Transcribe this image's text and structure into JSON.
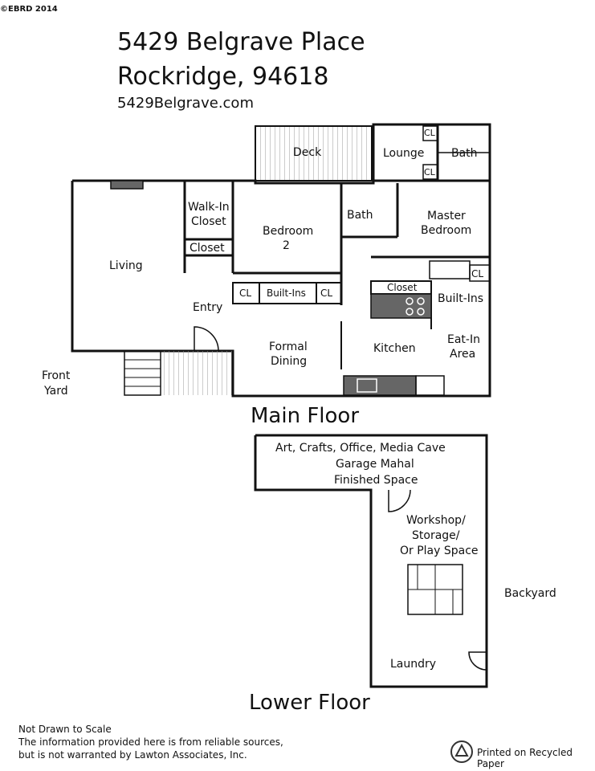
{
  "header": {
    "copyright": "©EBRD 2014",
    "address_line1": "5429 Belgrave Place",
    "address_line2": "Rockridge, 94618",
    "website": "5429Belgrave.com"
  },
  "main_floor": {
    "title": "Main Floor",
    "rooms": {
      "deck": "Deck",
      "lounge": "Lounge",
      "bath_upper": "Bath",
      "cl_upper1": "CL",
      "cl_upper2": "CL",
      "walkin_closet_1": "Walk-In",
      "walkin_closet_2": "Closet",
      "bedroom2_1": "Bedroom",
      "bedroom2_2": "2",
      "bath_mid": "Bath",
      "master_1": "Master",
      "master_2": "Bedroom",
      "closet_small": "Closet",
      "living": "Living",
      "cl_left": "CL",
      "builtins_bed": "Built-Ins",
      "cl_right": "CL",
      "cl_master": "CL",
      "closet_kitchen": "Closet",
      "builtins_kitchen": "Built-Ins",
      "entry": "Entry",
      "formal_1": "Formal",
      "formal_2": "Dining",
      "kitchen": "Kitchen",
      "eatin_1": "Eat-In",
      "eatin_2": "Area",
      "front_1": "Front",
      "front_2": "Yard"
    }
  },
  "lower_floor": {
    "title": "Lower Floor",
    "rooms": {
      "art_1": "Art, Crafts, Office, Media Cave",
      "art_2": "Garage Mahal",
      "art_3": "Finished Space",
      "workshop_1": "Workshop/",
      "workshop_2": "Storage/",
      "workshop_3": "Or Play Space",
      "backyard": "Backyard",
      "laundry": "Laundry"
    }
  },
  "footer": {
    "line1": "Not Drawn to Scale",
    "line2": "The information provided here is from reliable sources,",
    "line3": "but is not warranted by Lawton Associates, Inc.",
    "recycled": "Printed on Recycled Paper"
  },
  "icons": {
    "recycle": "recycle-icon"
  }
}
